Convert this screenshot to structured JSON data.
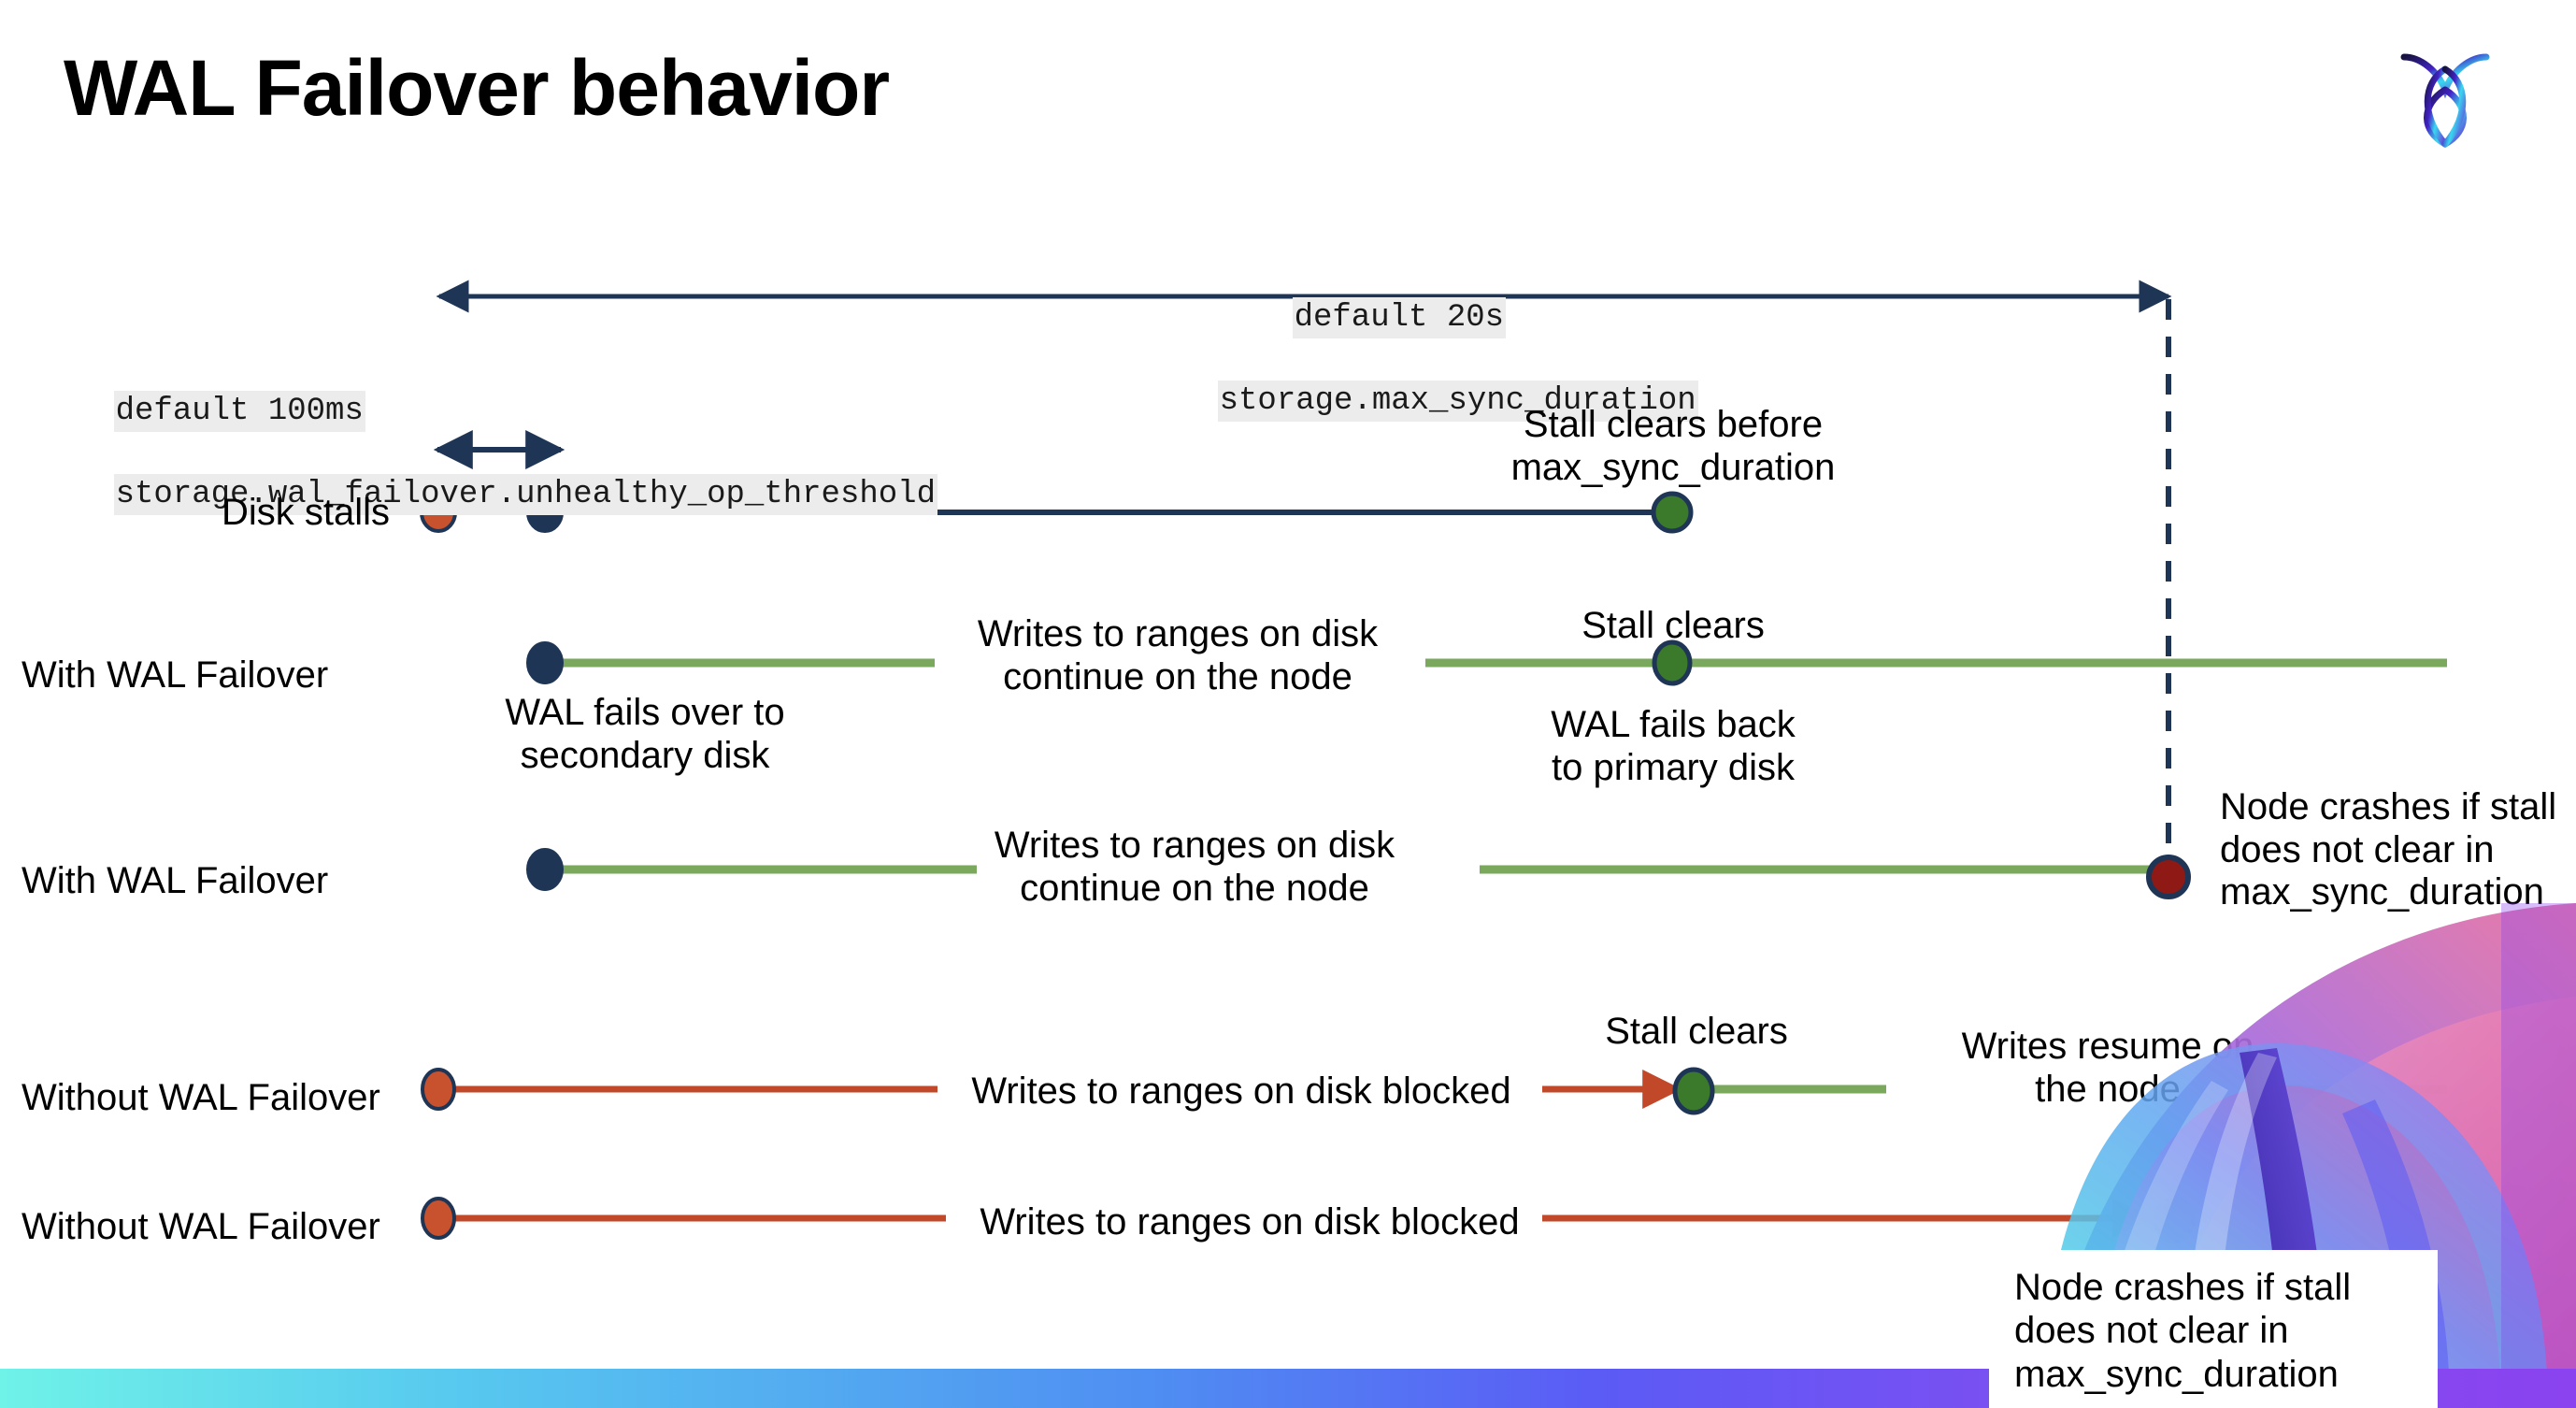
{
  "slide": {
    "title": "WAL Failover behavior",
    "logo_name": "cockroachdb-logo"
  },
  "settings": {
    "max_sync_duration": {
      "default_label": "default 20s",
      "setting_name": "storage.max_sync_duration"
    },
    "unhealthy_op_threshold": {
      "default_label": "default 100ms",
      "setting_name": "storage.wal_failover.unhealthy_op_threshold"
    }
  },
  "rows": [
    {
      "id": "disk-stalls",
      "label": "Disk stalls",
      "annotations": [
        "Stall clears before\nmax_sync_duration"
      ]
    },
    {
      "id": "with-wal-failover-clears",
      "label": "With WAL Failover",
      "annotations": [
        "WAL fails over to\nsecondary disk",
        "Writes to ranges on disk\ncontinue on the node",
        "Stall clears",
        "WAL fails  back\nto primary disk"
      ]
    },
    {
      "id": "with-wal-failover-crash",
      "label": "With WAL Failover",
      "annotations": [
        "Writes to ranges on disk\ncontinue on the node",
        "Node crashes if stall\ndoes not clear in\nmax_sync_duration"
      ]
    },
    {
      "id": "without-wal-failover-clears",
      "label": "Without WAL Failover",
      "annotations": [
        "Writes to ranges on disk  blocked",
        "Stall clears",
        "Writes resume on\nthe node"
      ]
    },
    {
      "id": "without-wal-failover-crash",
      "label": "Without WAL Failover",
      "annotations": [
        "Writes to ranges on disk  blocked",
        "Node crashes if stall\ndoes not clear in\nmax_sync_duration"
      ]
    }
  ],
  "annotations": {
    "stall_clears_before": "Stall clears before",
    "max_sync_duration_word": "max_sync_duration",
    "wal_fails_over_l1": "WAL fails over to",
    "wal_fails_over_l2": "secondary disk",
    "writes_continue_l1": "Writes to ranges on disk",
    "writes_continue_l2": "continue on the node",
    "stall_clears": "Stall clears",
    "wal_fails_back_l1": "WAL fails  back",
    "wal_fails_back_l2": "to primary disk",
    "node_crashes_l1": "Node crashes if stall",
    "node_crashes_l2": "does not clear in",
    "node_crashes_l3": "max_sync_duration",
    "writes_blocked": "Writes to ranges on disk  blocked",
    "writes_resume_l1": "Writes resume on",
    "writes_resume_l2": "the node"
  },
  "colors": {
    "navy": "#1f3556",
    "green_line": "#7aa85c",
    "green_dot": "#3c7a2b",
    "orange_dot": "#c8522e",
    "orange_line": "#c2482a",
    "dark_red_dot": "#8f1a15",
    "chip_bg": "#ececec",
    "gradient_start": "#6ff2e8",
    "gradient_end": "#8a43ef"
  }
}
